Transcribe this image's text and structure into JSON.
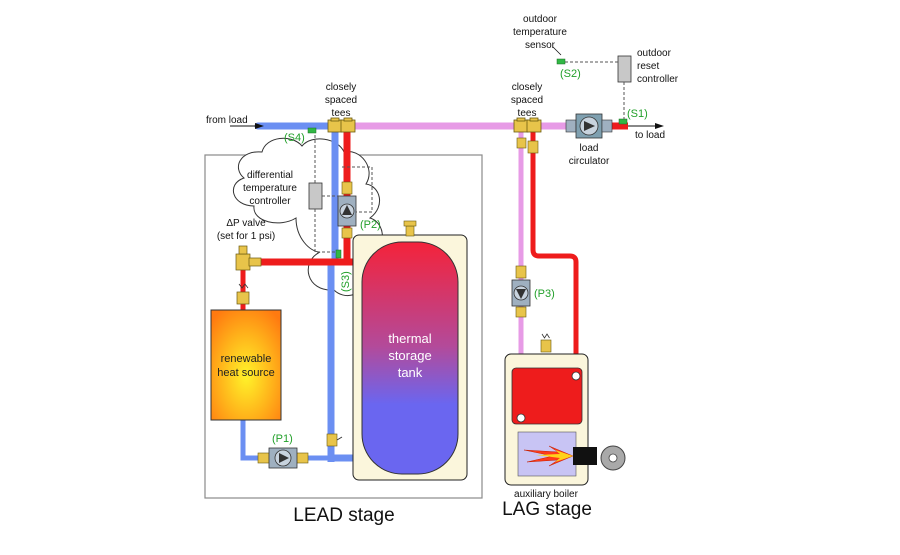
{
  "labels": {
    "from_load": "from load",
    "to_load": "to load",
    "tees_left": [
      "closely",
      "spaced",
      "tees"
    ],
    "tees_right": [
      "closely",
      "spaced",
      "tees"
    ],
    "outdoor_sensor": [
      "outdoor",
      "temperature",
      "sensor"
    ],
    "reset_controller": [
      "outdoor",
      "reset",
      "controller"
    ],
    "load_circulator": [
      "load",
      "circulator"
    ],
    "diff_controller": [
      "differential",
      "temperature",
      "controller"
    ],
    "dp_valve": [
      "ΔP valve",
      "(set for 1 psi)"
    ],
    "heat_source": [
      "renewable",
      "heat source"
    ],
    "tank": [
      "thermal",
      "storage",
      "tank"
    ],
    "aux_boiler": "auxiliary boiler",
    "lead_stage": "LEAD stage",
    "lag_stage": "LAG stage",
    "s1": "(S1)",
    "s2": "(S2)",
    "s3": "(S3)",
    "s4": "(S4)",
    "p1": "(P1)",
    "p2": "(P2)",
    "p3": "(P3)"
  },
  "colors": {
    "hot": "#ee1c1c",
    "cold": "#6b8ff2",
    "mixed": "#e79be6",
    "brass": "#e8c44a",
    "sensor": "#31b845"
  }
}
